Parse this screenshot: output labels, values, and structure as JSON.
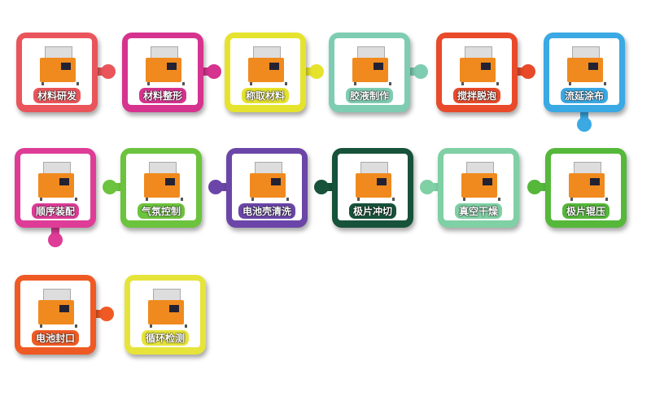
{
  "steps": [
    {
      "label": "材料研发",
      "color": "#e9555a",
      "icon": "tube-furnace"
    },
    {
      "label": "材料整形",
      "color": "#d6338f",
      "icon": "press-machine"
    },
    {
      "label": "称取材料",
      "color": "#e6e32e",
      "icon": "analytical-balance"
    },
    {
      "label": "胶液制作",
      "color": "#7ecdb2",
      "icon": "magnetic-stirrer"
    },
    {
      "label": "搅拌脱泡",
      "color": "#e84a2a",
      "icon": "vacuum-mixer"
    },
    {
      "label": "流延涂布",
      "color": "#3aa9e4",
      "icon": "tape-casting-coater"
    },
    {
      "label": "顺序装配",
      "color": "#de3c97",
      "icon": "coin-cell-parts"
    },
    {
      "label": "气氛控制",
      "color": "#6cc33d",
      "icon": "glove-box"
    },
    {
      "label": "电池壳清洗",
      "color": "#6b46a8",
      "icon": "ultrasonic-cleaner"
    },
    {
      "label": "极片冲切",
      "color": "#17523a",
      "icon": "disc-cutter"
    },
    {
      "label": "真空干燥",
      "color": "#7fd0a4",
      "icon": "vacuum-oven"
    },
    {
      "label": "极片辊压",
      "color": "#55b83a",
      "icon": "roll-press"
    },
    {
      "label": "电池封口",
      "color": "#ef5a24",
      "icon": "crimping-machine"
    },
    {
      "label": "循环检测",
      "color": "#e6e43a",
      "icon": "battery-tester"
    }
  ]
}
